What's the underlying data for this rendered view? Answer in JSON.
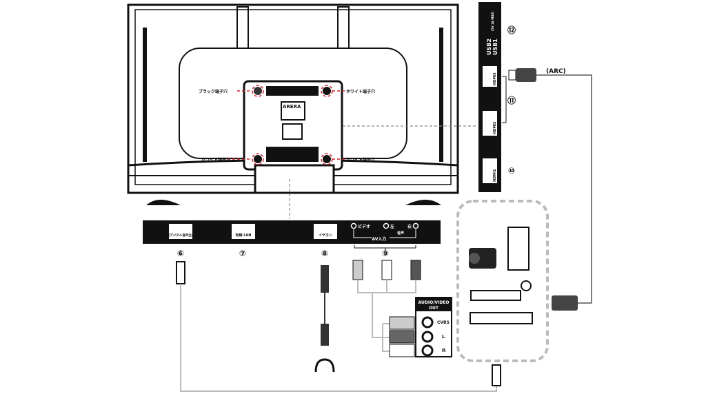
{
  "tv_back": {
    "logo": "ARERA",
    "terminal_labels": [
      "ブラック端子穴",
      "ホワイト端子穴",
      "ホワイト端子穴",
      "ホワイト端子穴"
    ]
  },
  "bottom_panel": {
    "optical": "光デジタル音声出力",
    "lan": "有線 LAN",
    "earphone": "イヤホン",
    "video": "ビデオ",
    "left": "左",
    "right": "右",
    "audio": "音声",
    "av_input": "AV入力"
  },
  "side_panel": {
    "usb2": "USB2",
    "usb1": "USB1",
    "usb_note": "(5V 1A MAX)",
    "hdmi3": "HDMI3",
    "hdmi2": "HDMI2",
    "hdmi1": "HDMI1",
    "arc": "(ARC)"
  },
  "numbers": {
    "n6": "⑥",
    "n7": "⑦",
    "n8": "⑧",
    "n9": "⑨",
    "n10": "⑩",
    "n11": "⑪",
    "n12": "⑫"
  },
  "av_out": {
    "title1": "AUDIO/VIDEO",
    "title2": "OUT",
    "cvbs": "CVBS",
    "l": "L",
    "r": "R"
  }
}
